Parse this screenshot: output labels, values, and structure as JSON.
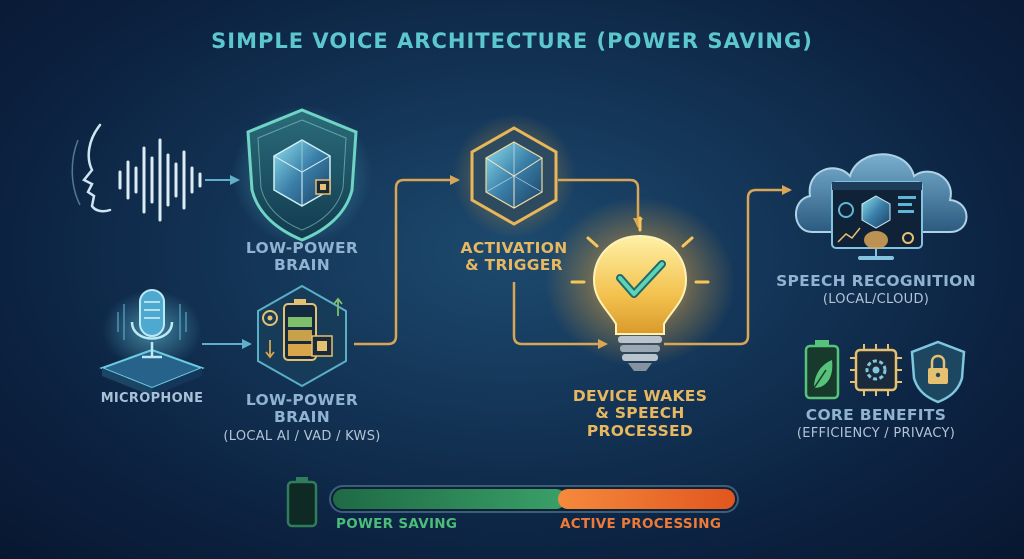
{
  "title": "SIMPLE VOICE ARCHITECTURE (POWER SAVING)",
  "nodes": {
    "low_power_brain_top": {
      "line1": "LOW-POWER",
      "line2": "BRAIN"
    },
    "microphone": {
      "label": "MICROPHONE"
    },
    "low_power_brain_bottom": {
      "line1": "LOW-POWER",
      "line2": "BRAIN",
      "sub": "(LOCAL AI / VAD / KWS)"
    },
    "activation": {
      "line1": "ACTIVATION",
      "line2": "& TRIGGER"
    },
    "device_wakes": {
      "line1": "DEVICE WAKES",
      "line2": "& SPEECH",
      "line3": "PROCESSED"
    },
    "speech_recognition": {
      "label": "SPEECH RECOGNITION",
      "sub": "(LOCAL/CLOUD)"
    },
    "core_benefits": {
      "label": "CORE BENEFITS",
      "sub": "(EFFICIENCY / PRIVACY)"
    }
  },
  "power_bar": {
    "power_saving_label": "POWER SAVING",
    "active_processing_label": "ACTIVE PROCESSING",
    "power_saving_fraction": 0.58
  },
  "colors": {
    "title": "#5cc7cf",
    "blue_label": "#8fb3d1",
    "gold_label": "#e7b860",
    "connector": "#d9a657",
    "power_saving": "#2e8b57",
    "active_processing": "#e8682a"
  },
  "icons": [
    "voice-profile-icon",
    "sound-wave-icon",
    "shield-crystal-icon",
    "microphone-icon",
    "battery-chip-icon",
    "crystal-gem-icon",
    "lightbulb-check-icon",
    "cloud-dashboard-icon",
    "leaf-battery-icon",
    "gear-chip-icon",
    "lock-shield-icon",
    "battery-icon"
  ]
}
